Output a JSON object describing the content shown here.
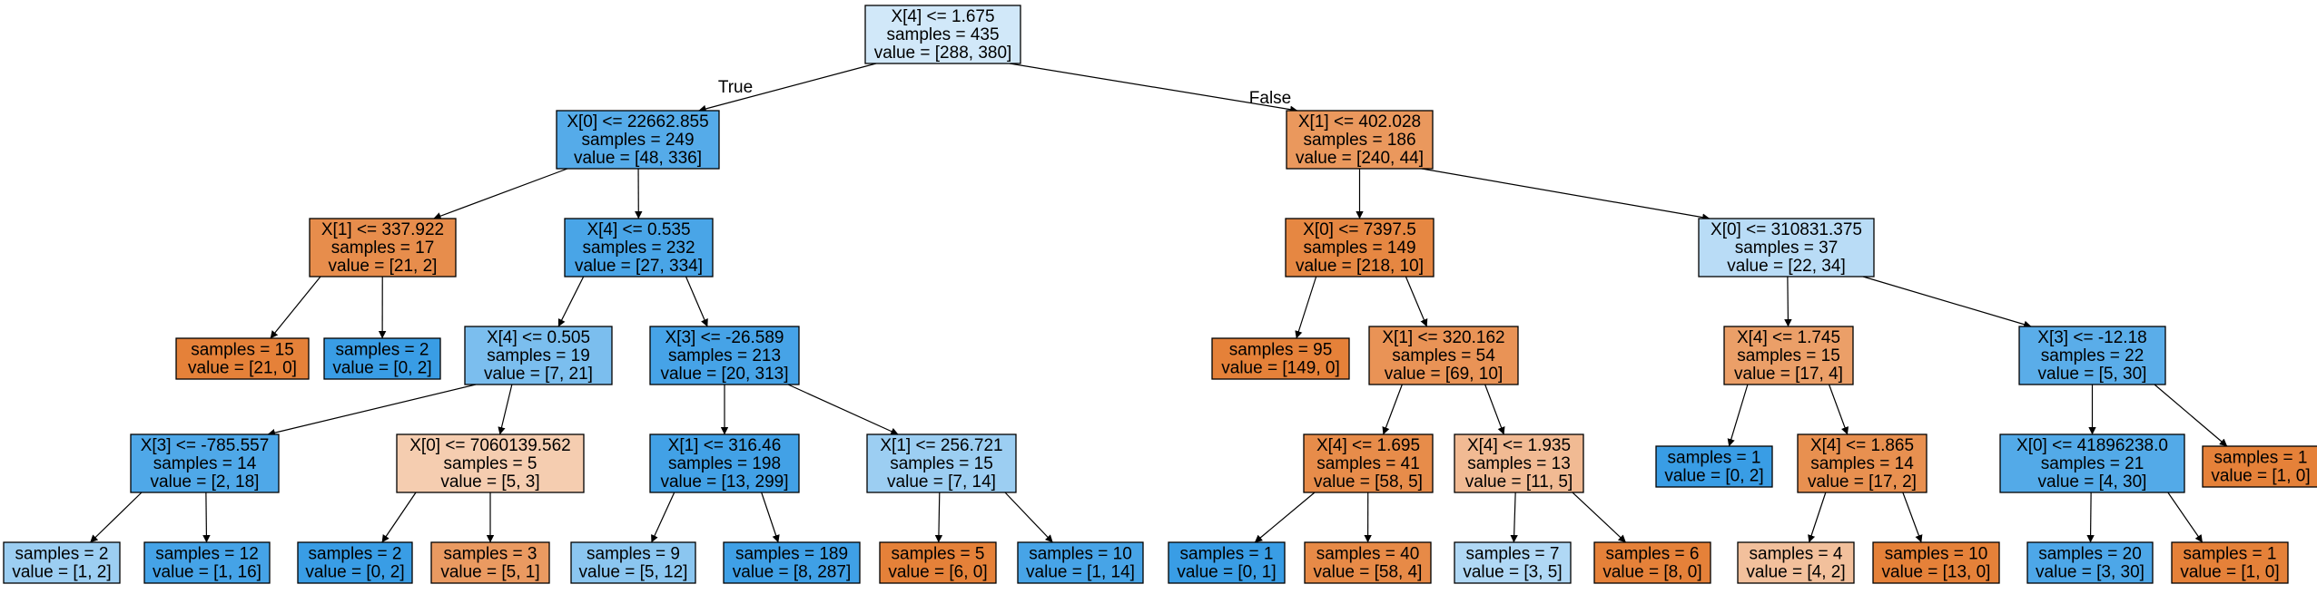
{
  "edge_labels": {
    "true_label": "True",
    "false_label": "False"
  },
  "nodes": [
    {
      "id": "n0",
      "lines": [
        "X[4] <= 1.675",
        "samples = 435",
        "value = [288, 380]"
      ],
      "fill": "#d1e8f9"
    },
    {
      "id": "n1",
      "lines": [
        "X[0] <= 22662.855",
        "samples = 249",
        "value = [48, 336]"
      ],
      "fill": "#55abe9"
    },
    {
      "id": "n2",
      "lines": [
        "X[1] <= 402.028",
        "samples = 186",
        "value = [240, 44]"
      ],
      "fill": "#ea985d"
    },
    {
      "id": "n3",
      "lines": [
        "X[1] <= 337.922",
        "samples = 17",
        "value = [21, 2]"
      ],
      "fill": "#e78d4c"
    },
    {
      "id": "n4",
      "lines": [
        "X[4] <= 0.535",
        "samples = 232",
        "value = [27, 334]"
      ],
      "fill": "#49a5e7"
    },
    {
      "id": "n5",
      "lines": [
        "X[0] <= 7397.5",
        "samples = 149",
        "value = [218, 10]"
      ],
      "fill": "#e68742"
    },
    {
      "id": "n6",
      "lines": [
        "X[0] <= 310831.375",
        "samples = 37",
        "value = [22, 34]"
      ],
      "fill": "#b9dcf6"
    },
    {
      "id": "n7",
      "lines": [
        "samples = 15",
        "value = [21, 0]"
      ],
      "fill": "#e58139"
    },
    {
      "id": "n8",
      "lines": [
        "samples = 2",
        "value = [0, 2]"
      ],
      "fill": "#399de5"
    },
    {
      "id": "n9",
      "lines": [
        "X[4] <= 0.505",
        "samples = 19",
        "value = [7, 21]"
      ],
      "fill": "#7bbeee"
    },
    {
      "id": "n10",
      "lines": [
        "X[3] <= -26.589",
        "samples = 213",
        "value = [20, 313]"
      ],
      "fill": "#46a3e7"
    },
    {
      "id": "n11",
      "lines": [
        "samples = 95",
        "value = [149, 0]"
      ],
      "fill": "#e58139"
    },
    {
      "id": "n12",
      "lines": [
        "X[1] <= 320.162",
        "samples = 54",
        "value = [69, 10]"
      ],
      "fill": "#e99356"
    },
    {
      "id": "n13",
      "lines": [
        "X[4] <= 1.745",
        "samples = 15",
        "value = [17, 4]"
      ],
      "fill": "#eb9f68"
    },
    {
      "id": "n14",
      "lines": [
        "X[3] <= -12.18",
        "samples = 22",
        "value = [5, 30]"
      ],
      "fill": "#5aade9"
    },
    {
      "id": "n15",
      "lines": [
        "X[3] <= -785.557",
        "samples = 14",
        "value = [2, 18]"
      ],
      "fill": "#4fa8e8"
    },
    {
      "id": "n16",
      "lines": [
        "X[0] <= 7060139.562",
        "samples = 5",
        "value = [5, 3]"
      ],
      "fill": "#f5cdb0"
    },
    {
      "id": "n17",
      "lines": [
        "X[1] <= 316.46",
        "samples = 198",
        "value = [13, 299]"
      ],
      "fill": "#42a1e6"
    },
    {
      "id": "n18",
      "lines": [
        "X[1] <= 256.721",
        "samples = 15",
        "value = [7, 14]"
      ],
      "fill": "#9ccef2"
    },
    {
      "id": "n19",
      "lines": [
        "X[4] <= 1.695",
        "samples = 41",
        "value = [58, 5]"
      ],
      "fill": "#e78c4a"
    },
    {
      "id": "n20",
      "lines": [
        "X[4] <= 1.935",
        "samples = 13",
        "value = [11, 5]"
      ],
      "fill": "#f1ba93"
    },
    {
      "id": "n21",
      "lines": [
        "samples = 1",
        "value = [0, 2]"
      ],
      "fill": "#399de5"
    },
    {
      "id": "n22",
      "lines": [
        "X[4] <= 1.865",
        "samples = 14",
        "value = [17, 2]"
      ],
      "fill": "#e89050"
    },
    {
      "id": "n23",
      "lines": [
        "X[0] <= 41896238.0",
        "samples = 21",
        "value = [4, 30]"
      ],
      "fill": "#53aae8"
    },
    {
      "id": "n24",
      "lines": [
        "samples = 1",
        "value = [1, 0]"
      ],
      "fill": "#e58139"
    },
    {
      "id": "n25",
      "lines": [
        "samples = 2",
        "value = [1, 2]"
      ],
      "fill": "#9ccef2"
    },
    {
      "id": "n26",
      "lines": [
        "samples = 12",
        "value = [1, 16]"
      ],
      "fill": "#45a3e7"
    },
    {
      "id": "n27",
      "lines": [
        "samples = 2",
        "value = [0, 2]"
      ],
      "fill": "#399de5"
    },
    {
      "id": "n28",
      "lines": [
        "samples = 3",
        "value = [5, 1]"
      ],
      "fill": "#ea9a61"
    },
    {
      "id": "n29",
      "lines": [
        "samples = 9",
        "value = [5, 12]"
      ],
      "fill": "#8bc6f0"
    },
    {
      "id": "n30",
      "lines": [
        "samples = 189",
        "value = [8, 287]"
      ],
      "fill": "#3fa0e6"
    },
    {
      "id": "n31",
      "lines": [
        "samples = 5",
        "value = [6, 0]"
      ],
      "fill": "#e58139"
    },
    {
      "id": "n32",
      "lines": [
        "samples = 10",
        "value = [1, 14]"
      ],
      "fill": "#47a4e7"
    },
    {
      "id": "n33",
      "lines": [
        "samples = 1",
        "value = [0, 1]"
      ],
      "fill": "#399de5"
    },
    {
      "id": "n34",
      "lines": [
        "samples = 40",
        "value = [58, 4]"
      ],
      "fill": "#e78a47"
    },
    {
      "id": "n35",
      "lines": [
        "samples = 7",
        "value = [3, 5]"
      ],
      "fill": "#b0d8f5"
    },
    {
      "id": "n36",
      "lines": [
        "samples = 6",
        "value = [8, 0]"
      ],
      "fill": "#e58139"
    },
    {
      "id": "n37",
      "lines": [
        "samples = 4",
        "value = [4, 2]"
      ],
      "fill": "#f2c09c"
    },
    {
      "id": "n38",
      "lines": [
        "samples = 10",
        "value = [13, 0]"
      ],
      "fill": "#e58139"
    },
    {
      "id": "n39",
      "lines": [
        "samples = 20",
        "value = [3, 30]"
      ],
      "fill": "#4da7e8"
    },
    {
      "id": "n40",
      "lines": [
        "samples = 1",
        "value = [1, 0]"
      ],
      "fill": "#e58139"
    }
  ],
  "edges": [
    [
      "n0",
      "n1"
    ],
    [
      "n0",
      "n2"
    ],
    [
      "n1",
      "n3"
    ],
    [
      "n1",
      "n4"
    ],
    [
      "n2",
      "n5"
    ],
    [
      "n2",
      "n6"
    ],
    [
      "n3",
      "n7"
    ],
    [
      "n3",
      "n8"
    ],
    [
      "n4",
      "n9"
    ],
    [
      "n4",
      "n10"
    ],
    [
      "n5",
      "n11"
    ],
    [
      "n5",
      "n12"
    ],
    [
      "n6",
      "n13"
    ],
    [
      "n6",
      "n14"
    ],
    [
      "n9",
      "n15"
    ],
    [
      "n9",
      "n16"
    ],
    [
      "n10",
      "n17"
    ],
    [
      "n10",
      "n18"
    ],
    [
      "n12",
      "n19"
    ],
    [
      "n12",
      "n20"
    ],
    [
      "n13",
      "n21"
    ],
    [
      "n13",
      "n22"
    ],
    [
      "n14",
      "n23"
    ],
    [
      "n14",
      "n24"
    ],
    [
      "n15",
      "n25"
    ],
    [
      "n15",
      "n26"
    ],
    [
      "n16",
      "n27"
    ],
    [
      "n16",
      "n28"
    ],
    [
      "n17",
      "n29"
    ],
    [
      "n17",
      "n30"
    ],
    [
      "n18",
      "n31"
    ],
    [
      "n18",
      "n32"
    ],
    [
      "n19",
      "n33"
    ],
    [
      "n19",
      "n34"
    ],
    [
      "n20",
      "n35"
    ],
    [
      "n20",
      "n36"
    ],
    [
      "n22",
      "n37"
    ],
    [
      "n22",
      "n38"
    ],
    [
      "n23",
      "n39"
    ],
    [
      "n23",
      "n40"
    ]
  ]
}
